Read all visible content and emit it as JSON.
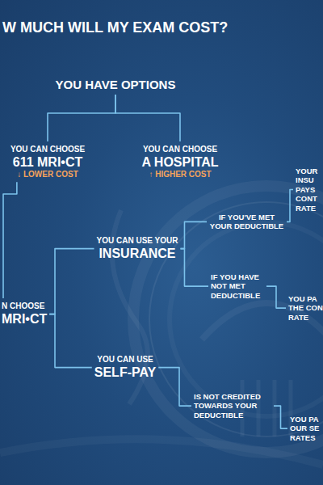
{
  "diagram": {
    "title": "W MUCH WILL MY EXAM COST?",
    "nodes": [
      {
        "text": [
          "YOU HAVE OPTIONS"
        ]
      },
      {
        "text": [
          "YOU CAN CHOOSE",
          "611 MRI•CT",
          "↓ LOWER COST"
        ]
      },
      {
        "text": [
          "YOU CAN CHOOSE",
          "A HOSPITAL",
          "↑ HIGHER COST"
        ]
      },
      {
        "text": [
          "N CHOOSE",
          "MRI•CT"
        ]
      },
      {
        "text": [
          "YOU CAN USE YOUR",
          "INSURANCE"
        ]
      },
      {
        "text": [
          "YOU CAN USE",
          "SELF-PAY"
        ]
      },
      {
        "text": [
          "IF YOU'VE MET YOUR DEDUCTIBLE"
        ]
      },
      {
        "text": [
          "IF YOU HAVE NOT MET DEDUCTIBLE"
        ]
      },
      {
        "text": [
          "IS NOT CREDITED TOWARDS YOUR DEDUCTIBLE"
        ]
      },
      {
        "text": [
          "YOUR INSU PAYS CONT RATE"
        ]
      },
      {
        "text": [
          "YOU PA THE CON RATE"
        ]
      },
      {
        "text": [
          "YOU PA OUR SE RATES"
        ]
      }
    ],
    "edges": [
      {
        "from": 0,
        "to": 1,
        "arrow": "none"
      },
      {
        "from": 0,
        "to": 2,
        "arrow": "none"
      },
      {
        "from": 1,
        "to": 3,
        "arrow": "none"
      },
      {
        "from": 3,
        "to": 4,
        "arrow": "none"
      },
      {
        "from": 3,
        "to": 5,
        "arrow": "none"
      },
      {
        "from": 4,
        "to": 6,
        "arrow": "none"
      },
      {
        "from": 4,
        "to": 7,
        "arrow": "none"
      },
      {
        "from": 6,
        "to": 9,
        "arrow": "none"
      },
      {
        "from": 7,
        "to": 10,
        "arrow": "none"
      },
      {
        "from": 5,
        "to": 8,
        "arrow": "none"
      },
      {
        "from": 8,
        "to": 11,
        "arrow": "none"
      }
    ]
  }
}
